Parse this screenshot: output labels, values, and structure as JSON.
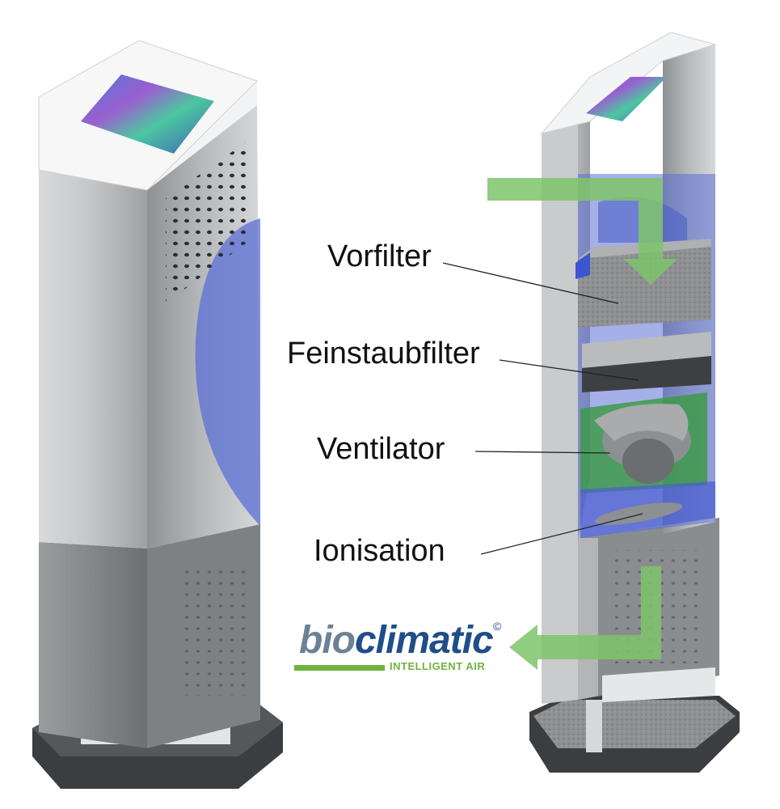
{
  "labels": {
    "vorfilter": "Vorfilter",
    "feinstaubfilter": "Feinstaubfilter",
    "ventilator": "Ventilator",
    "ionisation": "Ionisation"
  },
  "logo": {
    "part1": "bio",
    "part2": "climatic",
    "copyright": "©",
    "tagline": "INTELLIGENT AIR",
    "color_part1": "#6b8296",
    "color_part2": "#1f4e89",
    "color_accent": "#6db33f"
  },
  "colors": {
    "airflow_arrow": "#7ec46a",
    "housing_blue": "#5b6fd6",
    "steel": "#c7c9cb",
    "base": "#3a3c3e"
  }
}
